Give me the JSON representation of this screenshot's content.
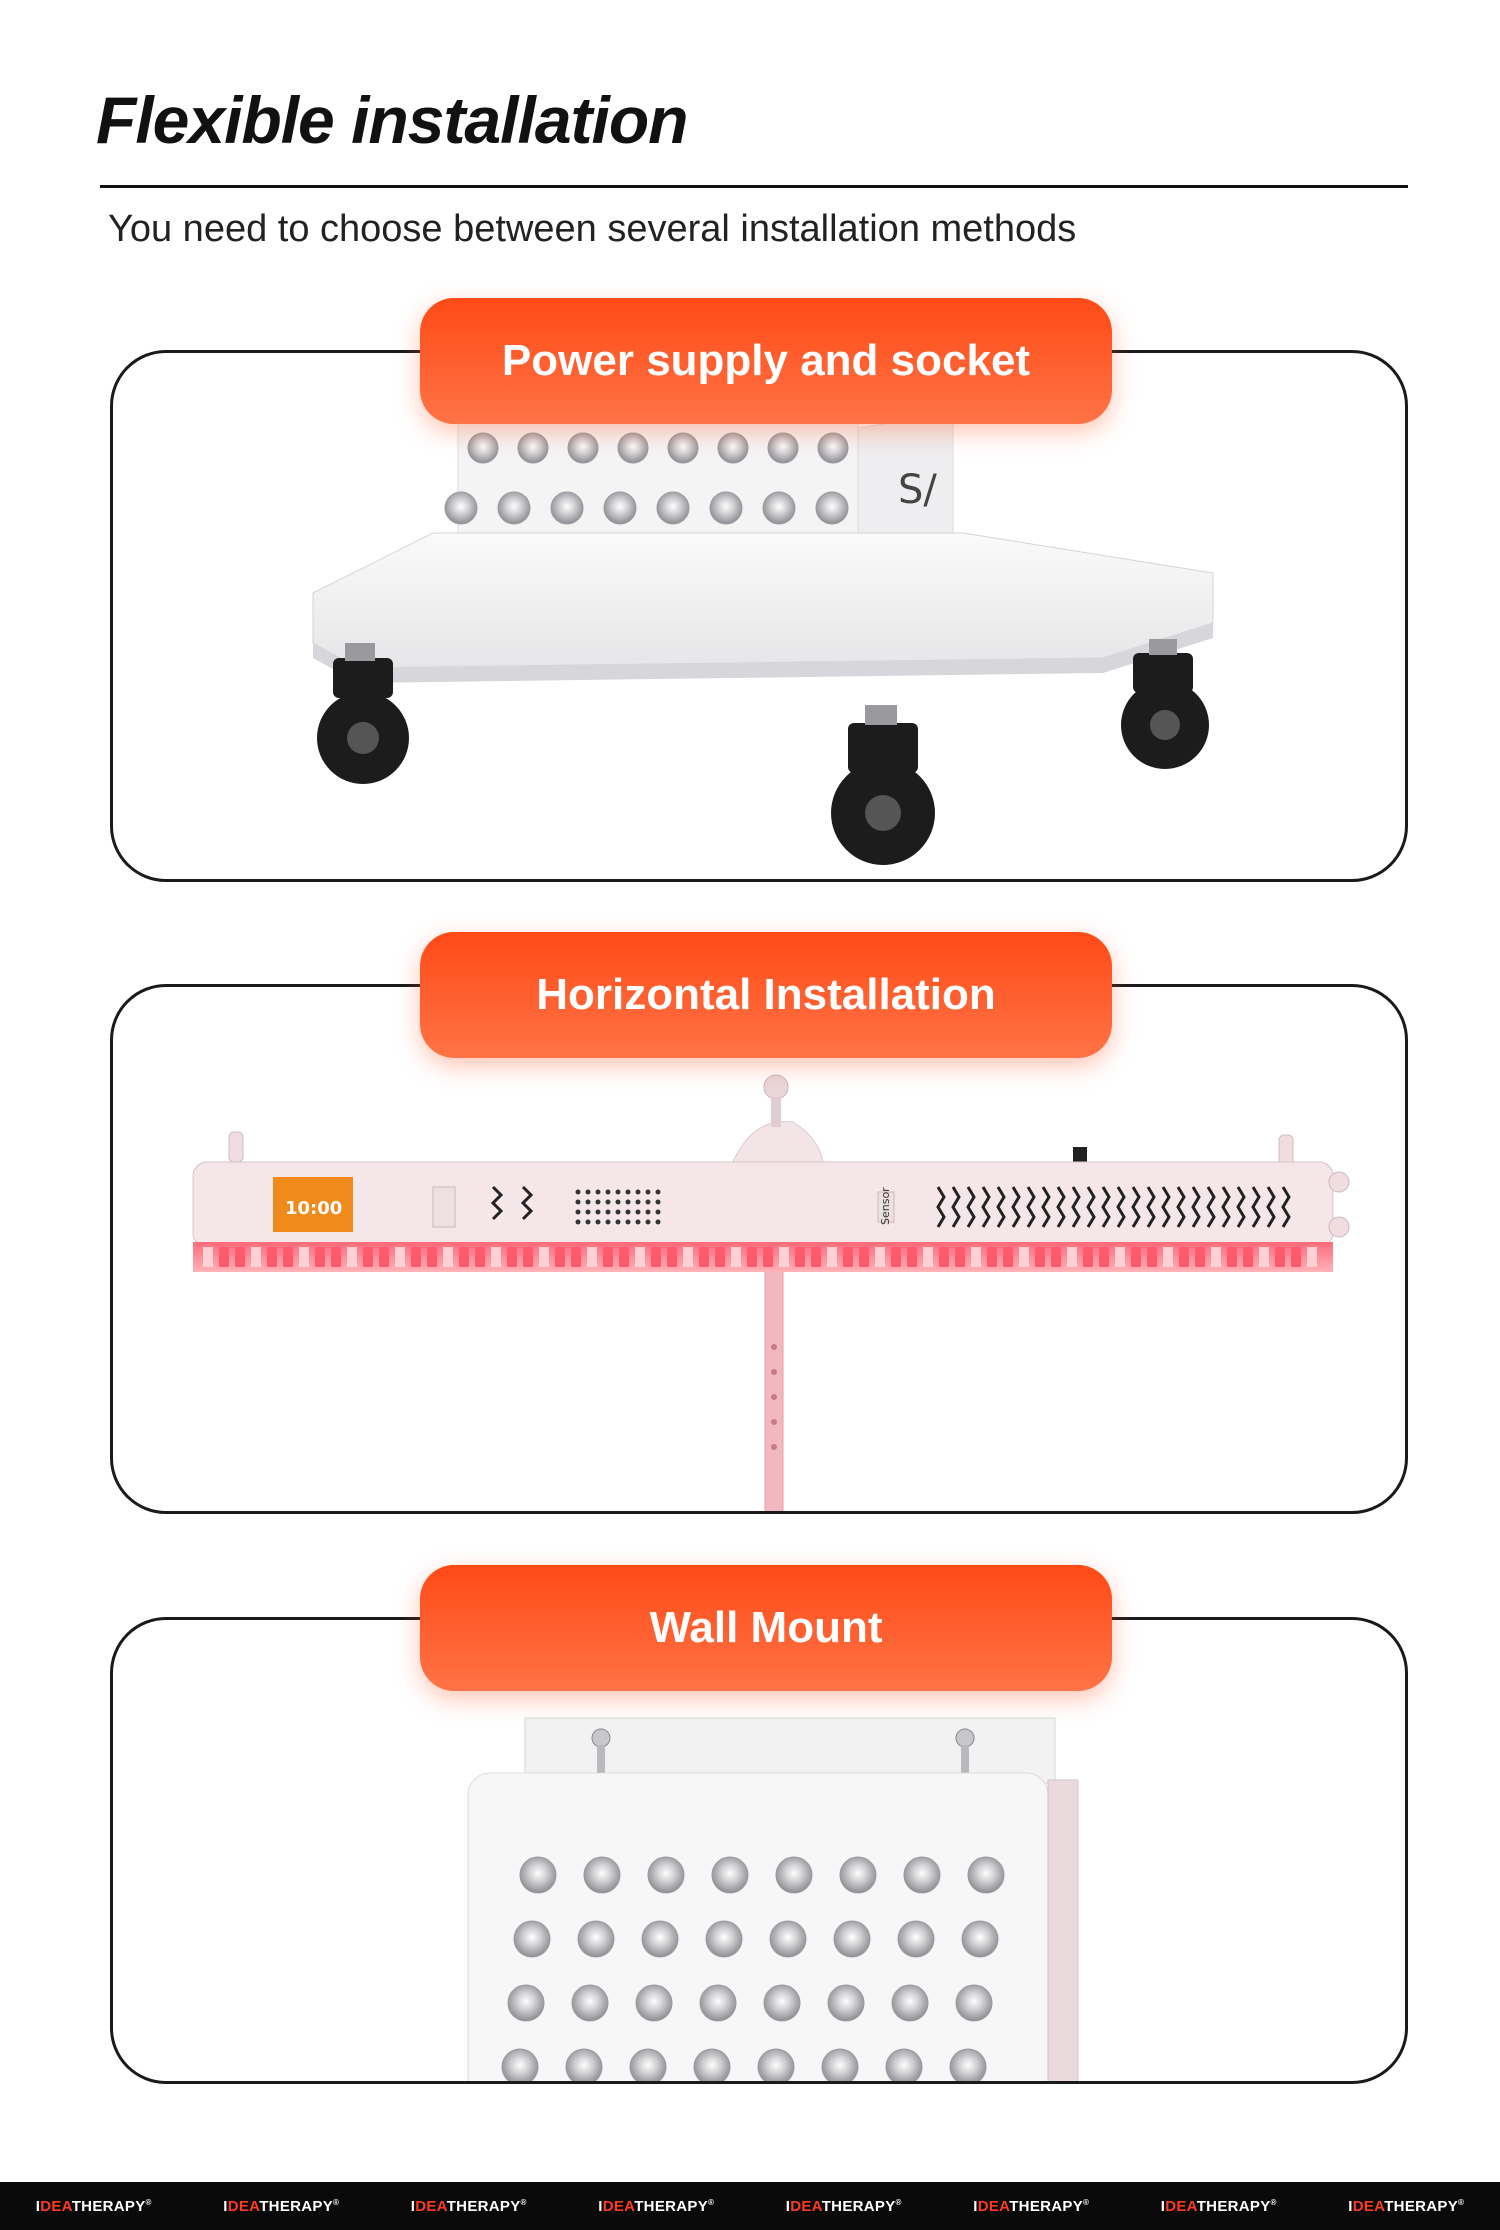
{
  "title": "Flexible installation",
  "subtitle": "You need to choose between several installation methods",
  "sections": [
    {
      "label": "Power supply and socket"
    },
    {
      "label": "Horizontal Installation"
    },
    {
      "label": "Wall Mount"
    }
  ],
  "panel_screen": {
    "time": "10:00"
  },
  "panel_labels": {
    "sensor": "Sensor"
  },
  "brand": {
    "prefix": "I",
    "red": "DEA",
    "rest": "THERAPY",
    "mark": "®"
  },
  "colors": {
    "accent": "#ff4a17",
    "accent_light": "#ff7346",
    "footer_bg": "#0a0a0a"
  }
}
